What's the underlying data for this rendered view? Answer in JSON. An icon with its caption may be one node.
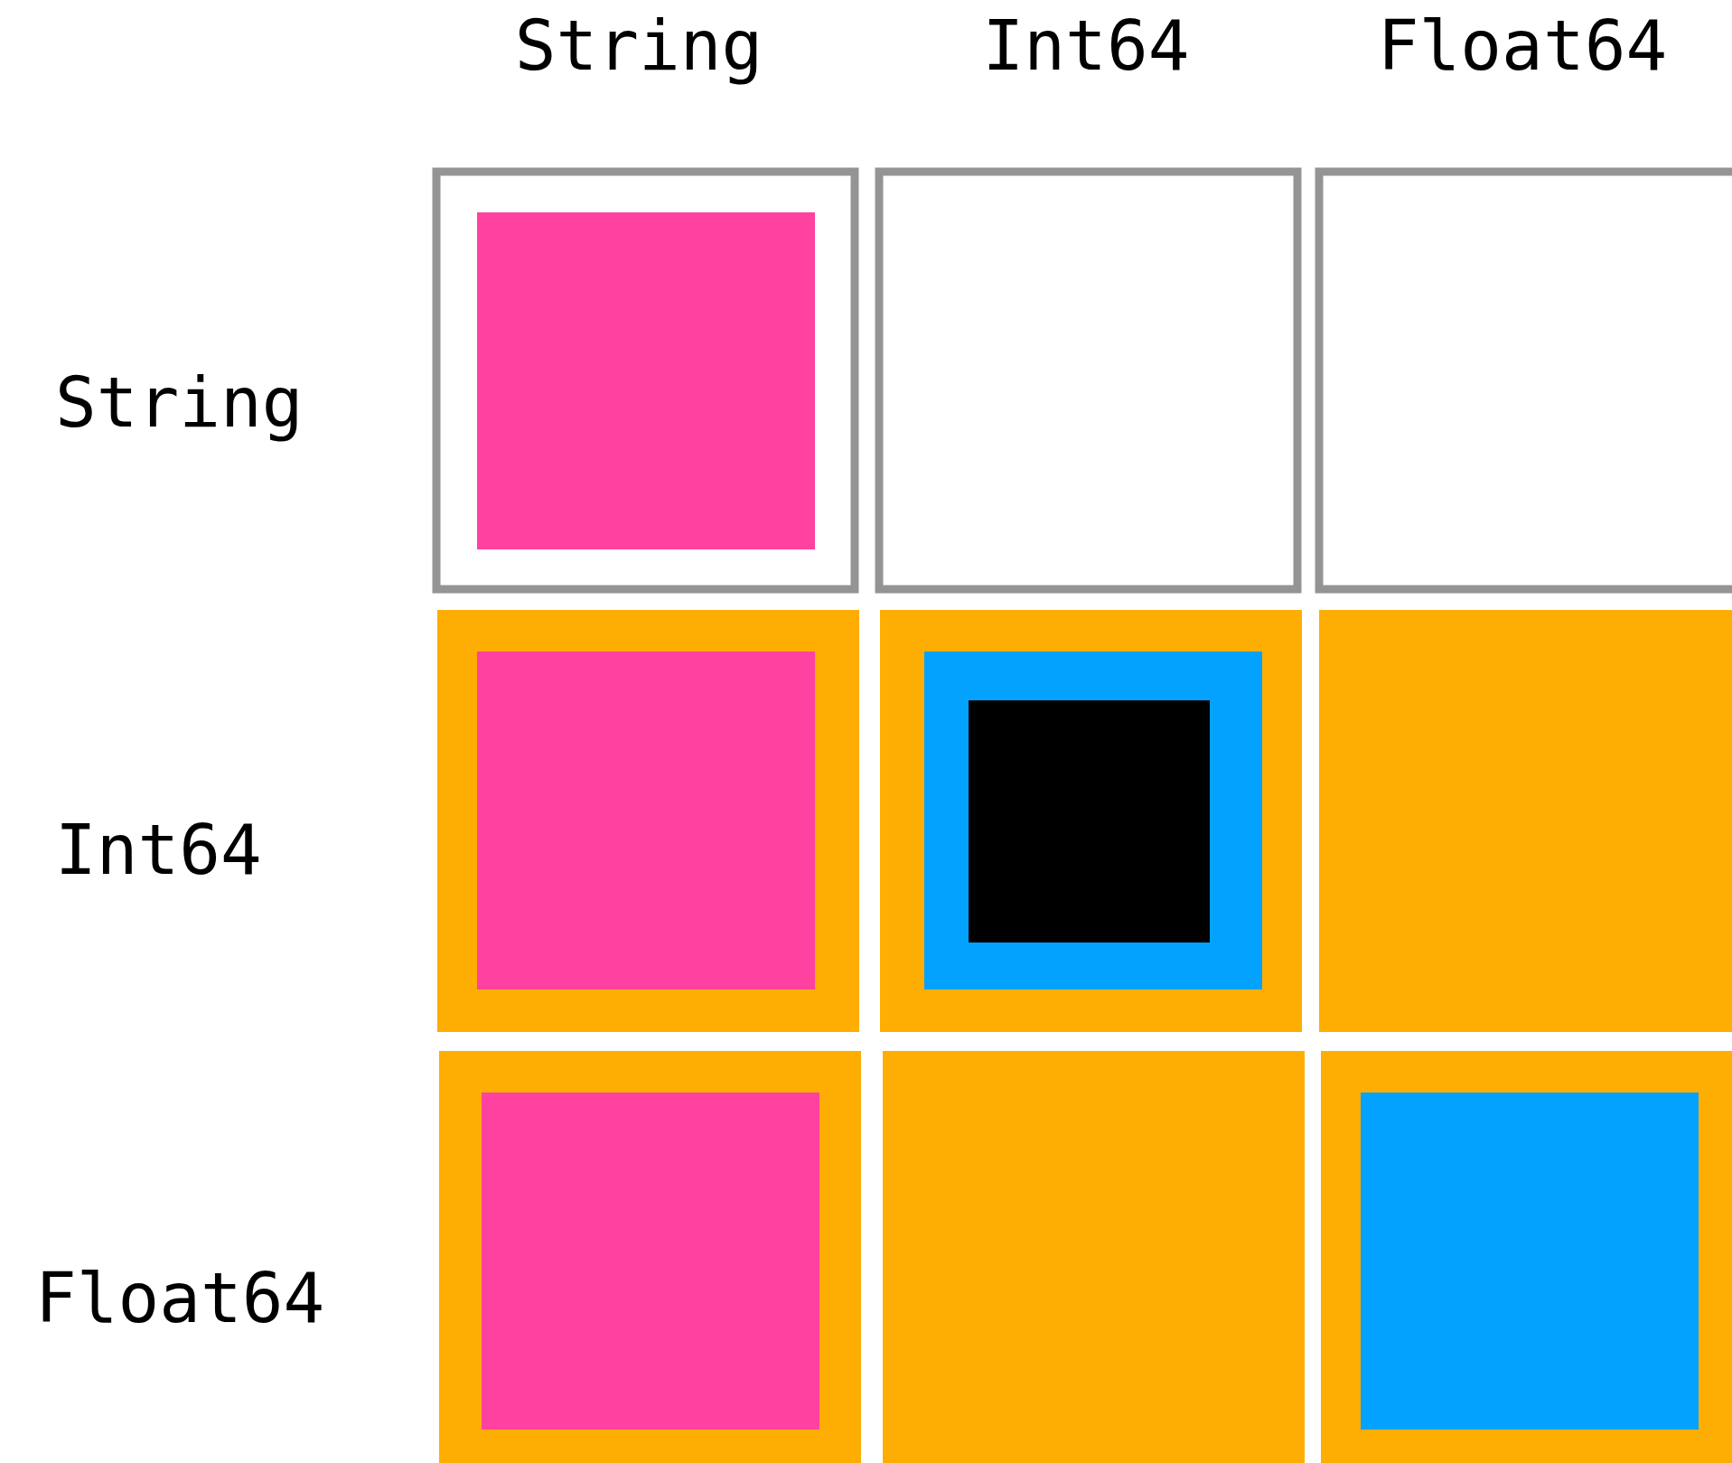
{
  "diagram": {
    "labels": [
      "String",
      "Int64",
      "Float64",
      "String",
      "Int64",
      "Float64"
    ]
  }
}
